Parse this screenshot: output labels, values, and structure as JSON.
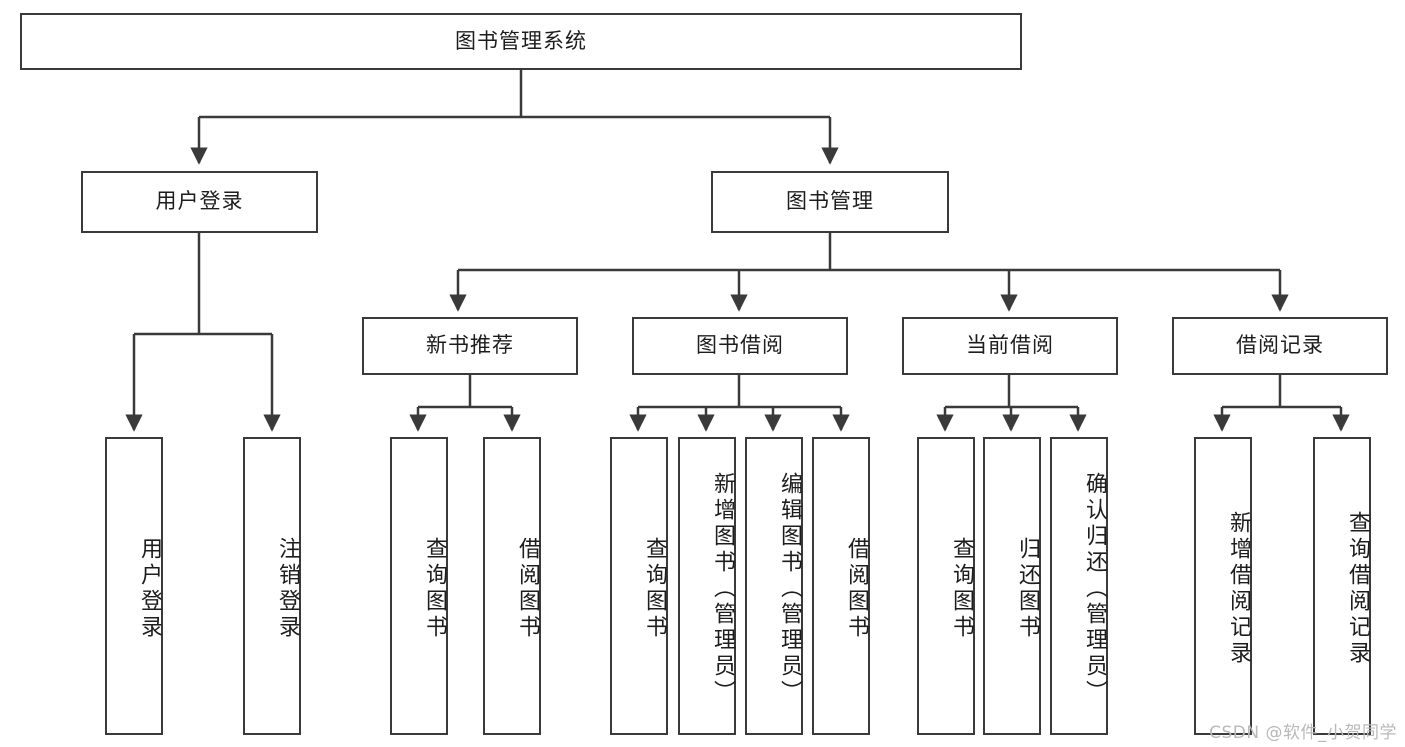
{
  "diagram": {
    "title": "图书管理系统",
    "type": "功能结构图",
    "style": {
      "border_color": "#3a3a3a",
      "fill_color": "#ffffff",
      "text_color": "#1d1d1d",
      "watermark_color": "#b9b9b9"
    }
  },
  "root": {
    "label": "图书管理系统"
  },
  "level2": [
    {
      "label": "用户登录"
    },
    {
      "label": "图书管理"
    }
  ],
  "level3": [
    {
      "label": "新书推荐"
    },
    {
      "label": "图书借阅"
    },
    {
      "label": "当前借阅"
    },
    {
      "label": "借阅记录"
    }
  ],
  "leaves": {
    "user_login": [
      {
        "label": "用户登录"
      },
      {
        "label": "注销登录"
      }
    ],
    "new_book_recommend": [
      {
        "label": "查询图书"
      },
      {
        "label": "借阅图书"
      }
    ],
    "book_borrow": [
      {
        "label": "查询图书"
      },
      {
        "label": "新增图书（管理员）"
      },
      {
        "label": "编辑图书（管理员）"
      },
      {
        "label": "借阅图书"
      }
    ],
    "current_borrow": [
      {
        "label": "查询图书"
      },
      {
        "label": "归还图书"
      },
      {
        "label": "确认归还（管理员）"
      }
    ],
    "borrow_record": [
      {
        "label": "新增借阅记录"
      },
      {
        "label": "查询借阅记录"
      }
    ]
  },
  "watermark": {
    "text": "CSDN @软件_小贺同学"
  }
}
